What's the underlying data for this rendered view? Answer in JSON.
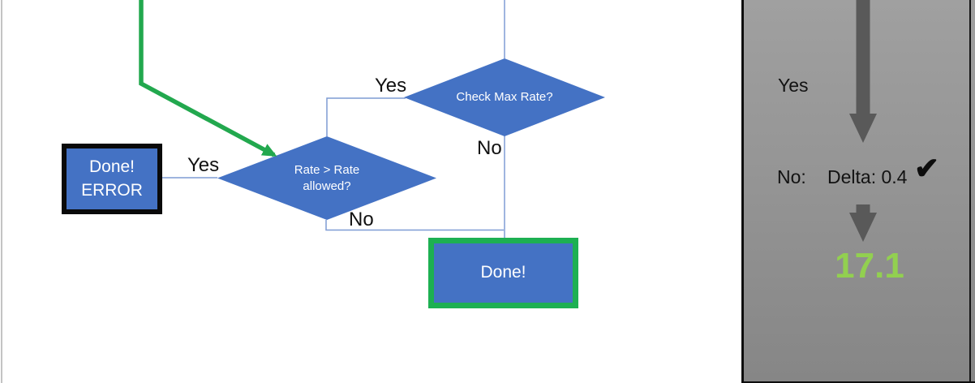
{
  "slide": {
    "flowchart": {
      "decision_check_max": {
        "text": "Check Max Rate?"
      },
      "decision_rate_allowed": {
        "text": "Rate > Rate allowed?"
      },
      "done_error_box": {
        "line1": "Done!",
        "line2": "ERROR"
      },
      "done_box": {
        "text": "Done!"
      },
      "labels": {
        "check_max_yes": "Yes",
        "check_max_no": "No",
        "rate_allowed_yes": "Yes",
        "rate_allowed_no": "No"
      }
    },
    "panel": {
      "yes_label": "Yes",
      "no_label": "No:",
      "delta_label": "Delta: 0.4",
      "check_mark": "✔",
      "result_value": "17.1"
    },
    "colors": {
      "node_blue": "#4472c4",
      "connector_blue": "#7f9cd4",
      "flow_green": "#22a84e",
      "done_border_green": "#1db052",
      "panel_arrow_gray": "#595959",
      "result_green": "#92d050"
    }
  }
}
